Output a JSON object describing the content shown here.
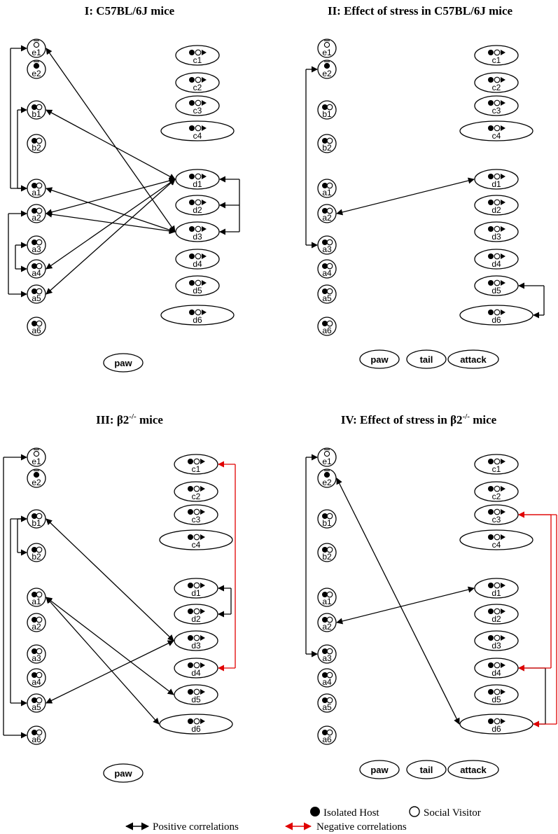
{
  "panels": [
    {
      "id": "p1",
      "title": "I: C57BL/6J mice",
      "buttons": [
        "paw"
      ]
    },
    {
      "id": "p2",
      "title": "II: Effect of stress in C57BL/6J mice",
      "buttons": [
        "paw",
        "tail",
        "attack"
      ]
    },
    {
      "id": "p3",
      "title": "III: β2-/- mice",
      "buttons": [
        "paw"
      ]
    },
    {
      "id": "p4",
      "title": "IV: Effect of stress in β2-/- mice",
      "buttons": [
        "paw",
        "tail",
        "attack"
      ]
    }
  ],
  "left_nodes": [
    "e1",
    "e2",
    "b1",
    "b2",
    "a1",
    "a2",
    "a3",
    "a4",
    "a5",
    "a6"
  ],
  "right_nodes": [
    "c1",
    "c2",
    "c3",
    "c4",
    "d1",
    "d2",
    "d3",
    "d4",
    "d5",
    "d6"
  ],
  "legend": {
    "isolated_host": "Isolated Host",
    "social_visitor": "Social Visitor",
    "positive": "Positive correlations",
    "negative": "Negative correlations"
  },
  "colors": {
    "positive": "#000000",
    "negative": "#e00000"
  }
}
